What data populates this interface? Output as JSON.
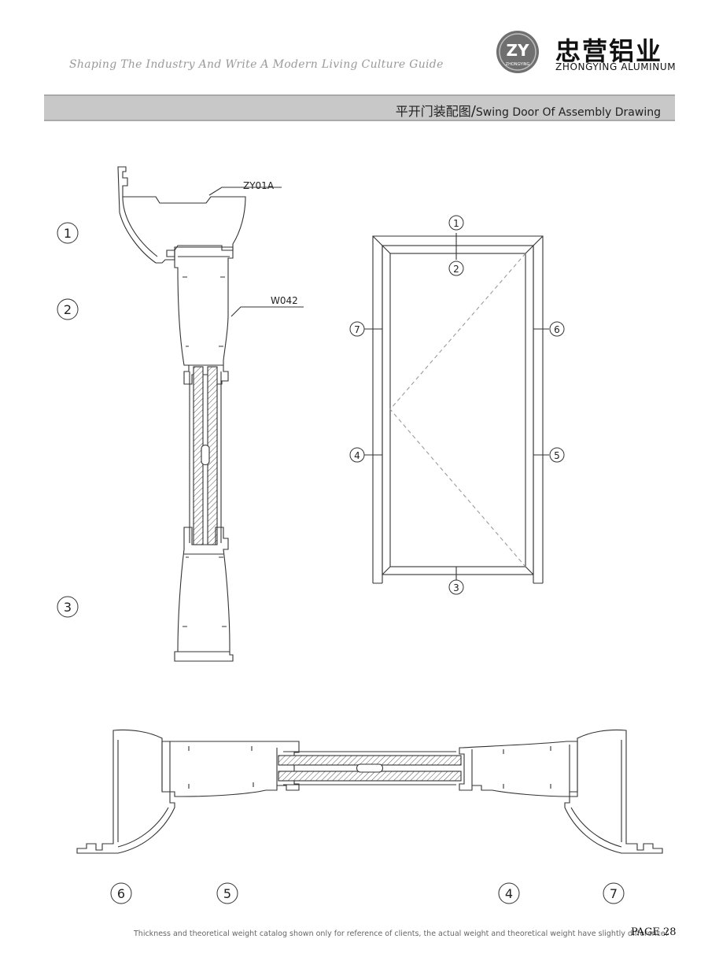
{
  "header": {
    "tagline": "Shaping The Industry And Write A Modern Living Culture Guide",
    "logo_mark_letters": "ZY",
    "logo_mark_small": "ZHONGYING",
    "company_cn": "忠营铝业",
    "company_en": "ZHONGYING ALUMINUM"
  },
  "title_bar": {
    "title_cn": "平开门装配图",
    "separator": "/",
    "title_en": "Swing Door Of Assembly Drawing"
  },
  "vertical_section": {
    "labels": {
      "profile_top": "ZY01A",
      "profile_mid": "W042"
    },
    "markers": [
      "1",
      "2",
      "3"
    ]
  },
  "elevation": {
    "markers": {
      "top_frame": "1",
      "top_sash": "2",
      "bottom": "3",
      "left_lower": "4",
      "right_lower": "5",
      "right_upper": "6",
      "left_upper": "7"
    }
  },
  "horizontal_section": {
    "markers": [
      "6",
      "5",
      "4",
      "7"
    ]
  },
  "footer": {
    "disclaimer": "Thickness and theoretical weight catalog shown only for reference of clients, the actual weight and theoretical weight have slightly difference!",
    "page": "PAGE  28"
  }
}
